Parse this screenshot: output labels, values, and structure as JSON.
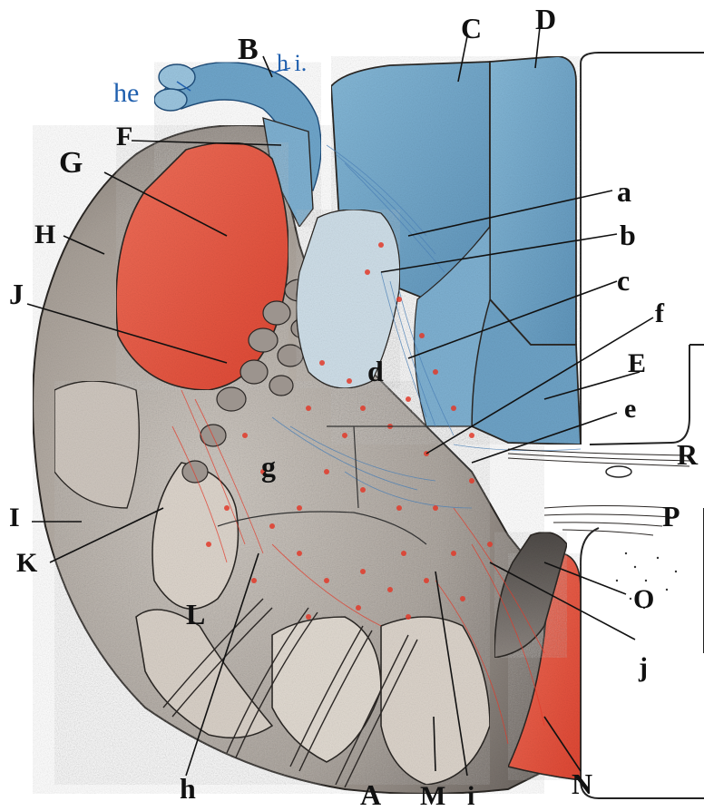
{
  "colors": {
    "blue_tract": "#79aecf",
    "blue_dark": "#5e97bd",
    "red_tract": "#e8553f",
    "grey_matter": "#bdb5ad",
    "grey_dark": "#8c8580",
    "light_area": "#ded7cf",
    "fiber_red": "#e23a2a",
    "fiber_blue": "#4a7fb5",
    "label_blue": "#1f5fae"
  },
  "labels": {
    "A": "A",
    "B": "B",
    "C": "C",
    "D": "D",
    "E": "E",
    "F": "F",
    "G": "G",
    "H": "H",
    "I": "I",
    "J": "J",
    "K": "K",
    "L": "L",
    "M": "M",
    "N": "N",
    "O": "O",
    "P": "P",
    "R": "R",
    "a": "a",
    "b": "b",
    "c": "c",
    "d": "d",
    "e": "e",
    "f": "f",
    "g": "g",
    "h": "h",
    "i": "i",
    "j": "j",
    "he": "he",
    "hi": "h i."
  }
}
